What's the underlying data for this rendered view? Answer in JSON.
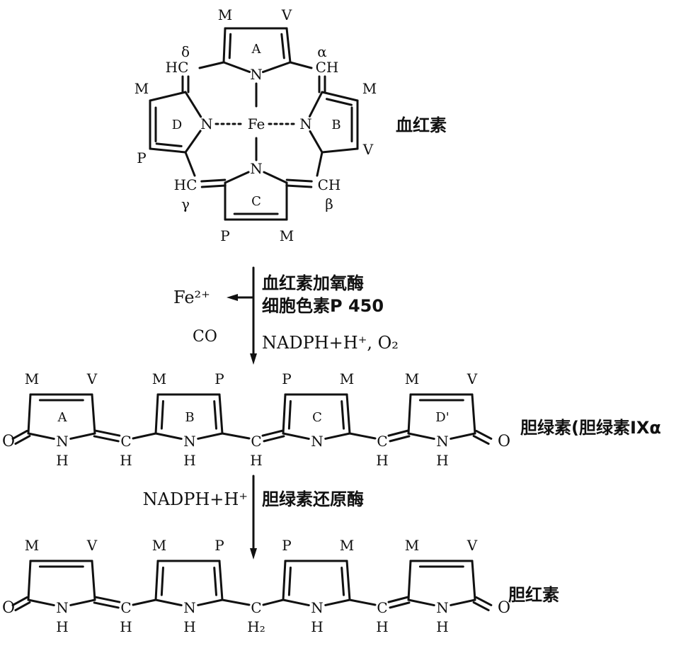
{
  "heme": {
    "label": "血红素",
    "ring_a": "A",
    "ring_b": "B",
    "ring_c": "C",
    "ring_d": "D",
    "metal": "Fe",
    "n": "N",
    "sub_a1": "M",
    "sub_a2": "V",
    "sub_b1": "M",
    "sub_b2": "V",
    "sub_c1": "P",
    "sub_c2": "M",
    "sub_d1": "M",
    "sub_d2": "P",
    "alpha": "α",
    "beta": "β",
    "gamma": "γ",
    "delta": "δ",
    "ch": "CH",
    "hc": "HC"
  },
  "step1": {
    "enzyme1": "血红素加氧酶",
    "enzyme2": "细胞色素P 450",
    "cofactor": "NADPH+H⁺, O₂",
    "released_iron": "Fe²⁺",
    "released_co": "CO"
  },
  "biliverdin": {
    "label": "胆绿素(胆绿素IXα",
    "rings": [
      "A",
      "B",
      "C",
      "D'"
    ],
    "subs": [
      "M",
      "V",
      "M",
      "P",
      "P",
      "M",
      "M",
      "V"
    ],
    "o": "O",
    "n": "N",
    "h": "H",
    "c": "C"
  },
  "step2": {
    "cofactor": "NADPH+H⁺",
    "enzyme": "胆绿素还原酶"
  },
  "bilirubin": {
    "label": "胆红素",
    "subs": [
      "M",
      "V",
      "M",
      "P",
      "P",
      "M",
      "M",
      "V"
    ],
    "o": "O",
    "n": "N",
    "h": "H",
    "c": "C",
    "h2": "H₂"
  }
}
